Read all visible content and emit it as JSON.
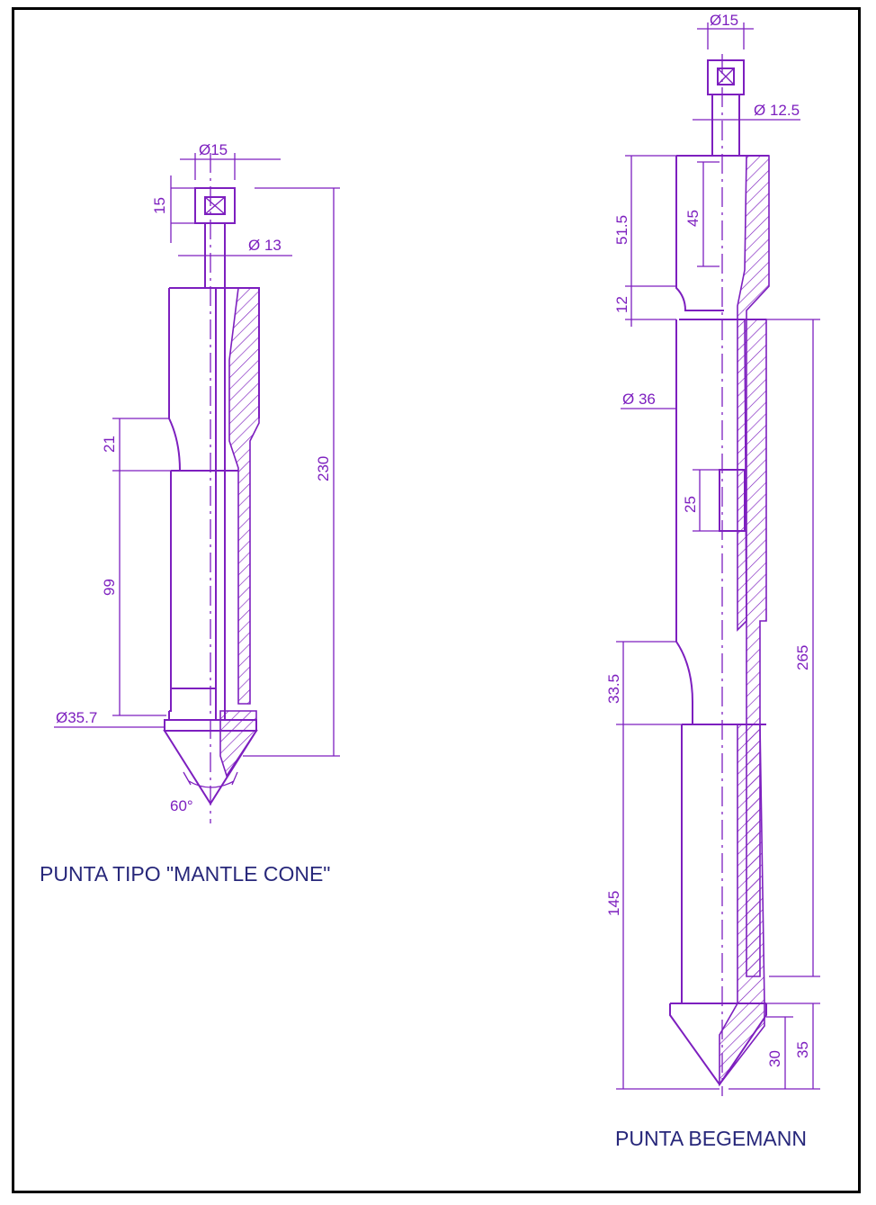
{
  "colors": {
    "drawing": "#7d1fbf",
    "caption": "#27277a",
    "frame": "#000000"
  },
  "mantle_cone": {
    "caption": "PUNTA TIPO \"MANTLE CONE\"",
    "dims": {
      "rod_head_diameter": "Ø15",
      "rod_head_height": "15",
      "rod_diameter": "Ø 13",
      "total_length": "230",
      "neck_length": "21",
      "sleeve_length": "99",
      "tip_diameter": "Ø35.7",
      "cone_angle": "60°"
    }
  },
  "begemann": {
    "caption": "PUNTA BEGEMANN",
    "dims": {
      "rod_head_diameter": "Ø15",
      "rod_diameter": "Ø 12.5",
      "upper_length": "51.5",
      "inner_length": "45",
      "step_length": "12",
      "body_diameter": "Ø 36",
      "slot_length": "25",
      "friction_sleeve_length": "265",
      "neck_length": "33.5",
      "lower_length": "145",
      "cone_height": "30",
      "cone_base_height": "35"
    }
  }
}
